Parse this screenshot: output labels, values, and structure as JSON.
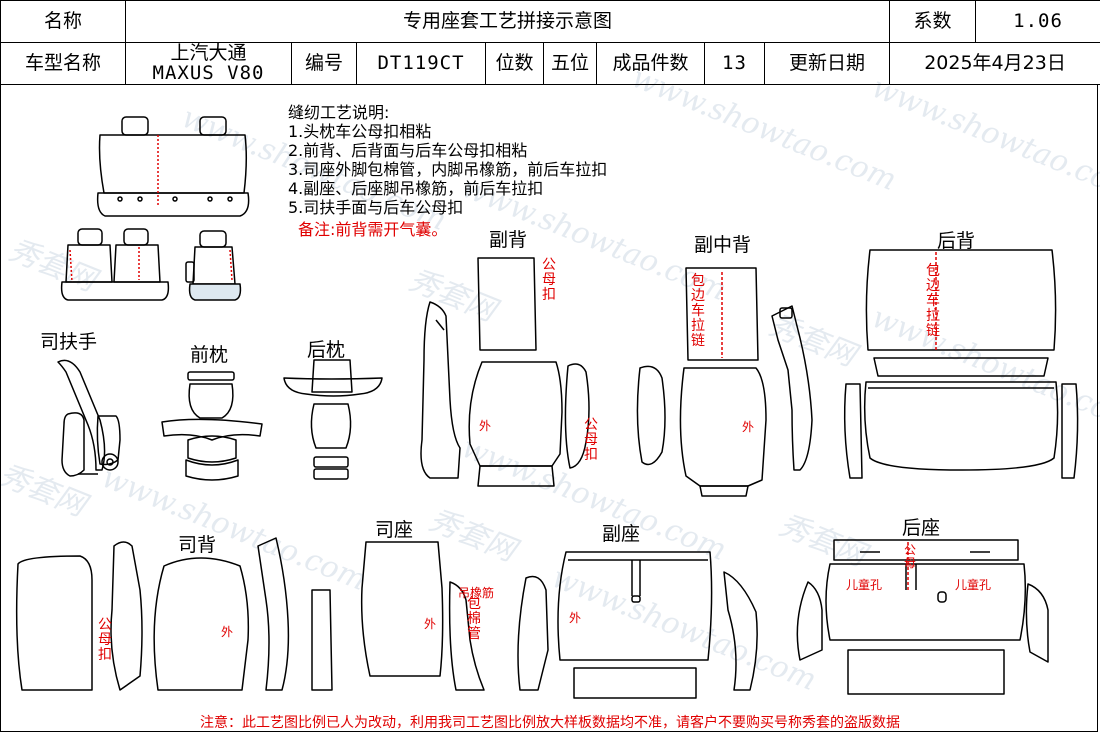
{
  "header": {
    "name_label": "名称",
    "title": "专用座套工艺拼接示意图",
    "coef_label": "系数",
    "coef_value": "1.06",
    "model_label": "车型名称",
    "model_line1": "上汽大通",
    "model_line2": "MAXUS V80",
    "code_label": "编号",
    "code_value": "DT119CT",
    "seat_label": "位数",
    "seat_value": "五位",
    "pieces_label": "成品件数",
    "pieces_value": "13",
    "update_label": "更新日期",
    "update_value": "2025年4月23日"
  },
  "notes": {
    "title": "缝纫工艺说明:",
    "items": [
      "1.头枕车公母扣相粘",
      "2.前背、后背面与后车公母扣相粘",
      "3.司座外脚包棉管，内脚吊橡筋，前后车拉扣",
      "4.副座、后座脚吊橡筋，前后车拉扣",
      "5.司扶手面与后车公母扣"
    ],
    "remark": "备注:前背需开气囊。"
  },
  "sections": {
    "driver_armrest": "司扶手",
    "front_headrest": "前枕",
    "rear_headrest": "后枕",
    "pass_back": "副背",
    "pass_mid_back": "副中背",
    "rear_back": "后背",
    "driver_back": "司背",
    "driver_seat": "司座",
    "pass_seat": "副座",
    "rear_seat": "后座"
  },
  "marks": {
    "snap": "公母扣",
    "outer": "外",
    "bind_edge_zipper": "包边车拉链",
    "elastic": "吊橡筋",
    "foam_tube": "包棉管",
    "snap_short": "公母",
    "child_hole": "儿童孔"
  },
  "watermarks": [
    "www.showtao.com",
    "秀套网"
  ],
  "footer": "注意：此工艺图比例已人为改动，利用我司工艺图比例放大样板数据均不准，请客户不要购买号称秀套的盗版数据"
}
